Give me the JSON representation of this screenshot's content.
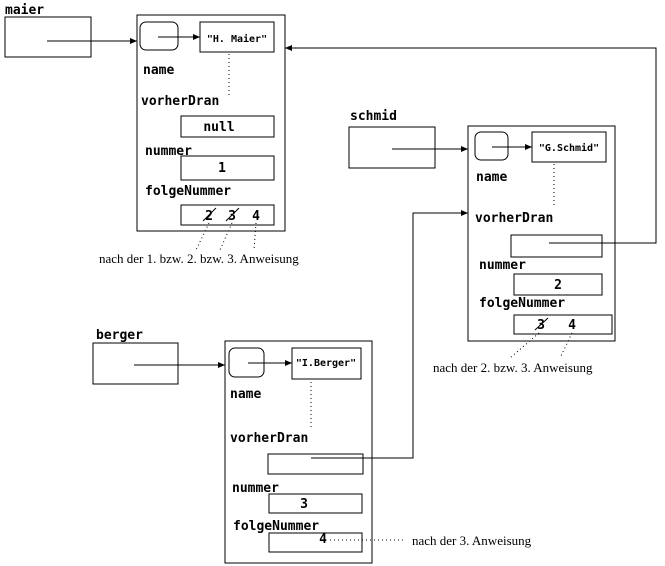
{
  "variables": {
    "maier": "maier",
    "schmid": "schmid",
    "berger": "berger"
  },
  "fields": {
    "name": "name",
    "vorherDran": "vorherDran",
    "nummer": "nummer",
    "folgeNummer": "folgeNummer"
  },
  "objects": {
    "maier": {
      "name_value": "\"H. Maier\"",
      "vorherDran_value": "null",
      "nummer_value": "1",
      "folge_old_1": "2",
      "folge_old_2": "3",
      "folge_current": "4"
    },
    "schmid": {
      "name_value": "\"G.Schmid\"",
      "nummer_value": "2",
      "folge_old_1": "3",
      "folge_current": "4"
    },
    "berger": {
      "name_value": "\"I.Berger\"",
      "nummer_value": "3",
      "folge_current": "4"
    }
  },
  "annotations": {
    "maier_note": "nach der 1. bzw. 2. bzw. 3. Anweisung",
    "schmid_note": "nach der 2. bzw. 3. Anweisung",
    "berger_note": "nach der 3. Anweisung"
  }
}
